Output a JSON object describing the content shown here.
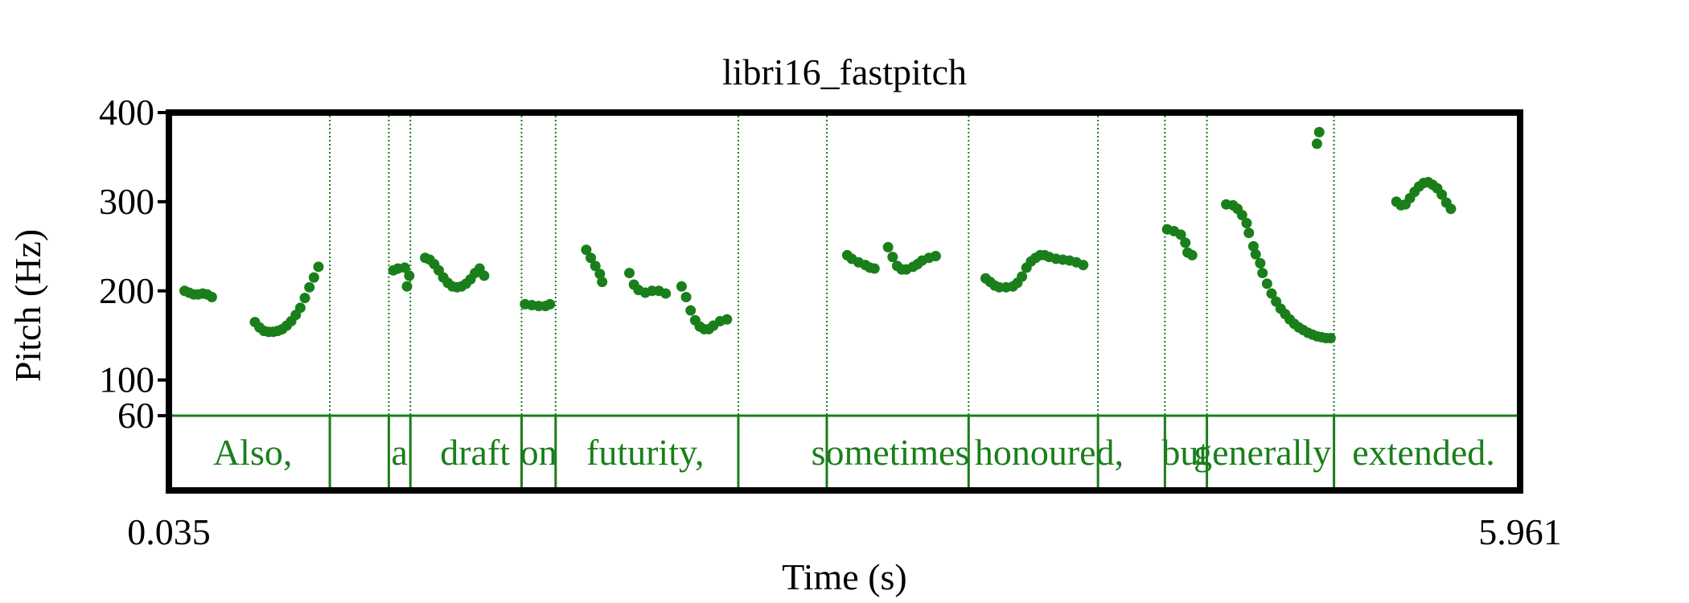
{
  "chart_data": {
    "type": "scatter",
    "title": "libri16_fastpitch",
    "xlabel": "Time (s)",
    "ylabel": "Pitch (Hz)",
    "xlim": [
      0.035,
      5.961
    ],
    "ylim": [
      60,
      400
    ],
    "x_ticks": [
      "0.035",
      "5.961"
    ],
    "y_ticks": [
      {
        "value": 400,
        "label": "400"
      },
      {
        "value": 300,
        "label": "300"
      },
      {
        "value": 200,
        "label": "200"
      },
      {
        "value": 100,
        "label": "100"
      },
      {
        "value": 60,
        "label": "60"
      }
    ],
    "grid": false,
    "point_color": "#1a7f1a",
    "tier_color": "#1a7f1a",
    "boundaries": [
      0.73,
      0.99,
      1.085,
      1.575,
      1.725,
      2.53,
      2.92,
      3.545,
      4.115,
      4.41,
      4.595,
      5.155
    ],
    "words": [
      {
        "label": "Also,",
        "x": 0.39
      },
      {
        "label": "a",
        "x": 1.037
      },
      {
        "label": "draft",
        "x": 1.37
      },
      {
        "label": "on",
        "x": 1.65
      },
      {
        "label": "futurity,",
        "x": 2.12
      },
      {
        "label": "sometimes",
        "x": 3.2
      },
      {
        "label": "honoured,",
        "x": 3.9
      },
      {
        "label": "but",
        "x": 4.5
      },
      {
        "label": "generally",
        "x": 4.84
      },
      {
        "label": "extended.",
        "x": 5.55
      }
    ],
    "points": [
      [
        0.09,
        200
      ],
      [
        0.11,
        198
      ],
      [
        0.13,
        196
      ],
      [
        0.15,
        196
      ],
      [
        0.17,
        197
      ],
      [
        0.19,
        196
      ],
      [
        0.21,
        193
      ],
      [
        0.4,
        165
      ],
      [
        0.42,
        159
      ],
      [
        0.44,
        155
      ],
      [
        0.46,
        154
      ],
      [
        0.48,
        154
      ],
      [
        0.5,
        155
      ],
      [
        0.52,
        157
      ],
      [
        0.54,
        161
      ],
      [
        0.56,
        166
      ],
      [
        0.58,
        173
      ],
      [
        0.6,
        181
      ],
      [
        0.62,
        192
      ],
      [
        0.64,
        204
      ],
      [
        0.66,
        215
      ],
      [
        0.68,
        227
      ],
      [
        1.01,
        223
      ],
      [
        1.03,
        225
      ],
      [
        1.06,
        226
      ],
      [
        1.07,
        205
      ],
      [
        1.08,
        217
      ],
      [
        1.15,
        237
      ],
      [
        1.17,
        235
      ],
      [
        1.19,
        230
      ],
      [
        1.21,
        223
      ],
      [
        1.23,
        215
      ],
      [
        1.25,
        209
      ],
      [
        1.27,
        205
      ],
      [
        1.29,
        204
      ],
      [
        1.31,
        205
      ],
      [
        1.33,
        208
      ],
      [
        1.35,
        213
      ],
      [
        1.37,
        220
      ],
      [
        1.39,
        225
      ],
      [
        1.41,
        217
      ],
      [
        1.59,
        185
      ],
      [
        1.62,
        184
      ],
      [
        1.65,
        183
      ],
      [
        1.68,
        183
      ],
      [
        1.7,
        185
      ],
      [
        1.86,
        246
      ],
      [
        1.88,
        237
      ],
      [
        1.9,
        228
      ],
      [
        1.92,
        219
      ],
      [
        1.93,
        210
      ],
      [
        2.05,
        220
      ],
      [
        2.07,
        207
      ],
      [
        2.09,
        201
      ],
      [
        2.12,
        198
      ],
      [
        2.15,
        200
      ],
      [
        2.18,
        200
      ],
      [
        2.21,
        197
      ],
      [
        2.28,
        205
      ],
      [
        2.3,
        193
      ],
      [
        2.32,
        178
      ],
      [
        2.34,
        167
      ],
      [
        2.36,
        160
      ],
      [
        2.38,
        157
      ],
      [
        2.4,
        157
      ],
      [
        2.42,
        161
      ],
      [
        2.45,
        166
      ],
      [
        2.48,
        168
      ],
      [
        3.01,
        240
      ],
      [
        3.03,
        236
      ],
      [
        3.06,
        232
      ],
      [
        3.09,
        229
      ],
      [
        3.11,
        226
      ],
      [
        3.13,
        225
      ],
      [
        3.19,
        249
      ],
      [
        3.21,
        238
      ],
      [
        3.23,
        228
      ],
      [
        3.25,
        224
      ],
      [
        3.27,
        224
      ],
      [
        3.3,
        227
      ],
      [
        3.32,
        230
      ],
      [
        3.34,
        234
      ],
      [
        3.37,
        237
      ],
      [
        3.4,
        239
      ],
      [
        3.62,
        214
      ],
      [
        3.64,
        210
      ],
      [
        3.66,
        206
      ],
      [
        3.68,
        204
      ],
      [
        3.71,
        204
      ],
      [
        3.74,
        205
      ],
      [
        3.76,
        209
      ],
      [
        3.78,
        216
      ],
      [
        3.8,
        226
      ],
      [
        3.82,
        233
      ],
      [
        3.84,
        237
      ],
      [
        3.86,
        240
      ],
      [
        3.88,
        240
      ],
      [
        3.9,
        238
      ],
      [
        3.93,
        236
      ],
      [
        3.96,
        235
      ],
      [
        3.99,
        234
      ],
      [
        4.02,
        232
      ],
      [
        4.05,
        229
      ],
      [
        4.42,
        269
      ],
      [
        4.45,
        267
      ],
      [
        4.48,
        263
      ],
      [
        4.5,
        254
      ],
      [
        4.51,
        243
      ],
      [
        4.53,
        240
      ],
      [
        4.68,
        297
      ],
      [
        4.71,
        296
      ],
      [
        4.73,
        292
      ],
      [
        4.75,
        285
      ],
      [
        4.77,
        276
      ],
      [
        4.78,
        265
      ],
      [
        4.8,
        250
      ],
      [
        4.81,
        241
      ],
      [
        4.83,
        231
      ],
      [
        4.84,
        220
      ],
      [
        4.86,
        208
      ],
      [
        4.88,
        197
      ],
      [
        4.9,
        188
      ],
      [
        4.92,
        180
      ],
      [
        4.94,
        174
      ],
      [
        4.96,
        168
      ],
      [
        4.98,
        163
      ],
      [
        5.0,
        159
      ],
      [
        5.02,
        156
      ],
      [
        5.04,
        153
      ],
      [
        5.06,
        151
      ],
      [
        5.08,
        149
      ],
      [
        5.1,
        148
      ],
      [
        5.12,
        147
      ],
      [
        5.14,
        147
      ],
      [
        5.08,
        365
      ],
      [
        5.09,
        378
      ],
      [
        5.43,
        300
      ],
      [
        5.45,
        296
      ],
      [
        5.47,
        297
      ],
      [
        5.49,
        304
      ],
      [
        5.51,
        311
      ],
      [
        5.53,
        317
      ],
      [
        5.55,
        321
      ],
      [
        5.57,
        322
      ],
      [
        5.59,
        319
      ],
      [
        5.61,
        315
      ],
      [
        5.63,
        308
      ],
      [
        5.65,
        299
      ],
      [
        5.67,
        292
      ]
    ]
  }
}
